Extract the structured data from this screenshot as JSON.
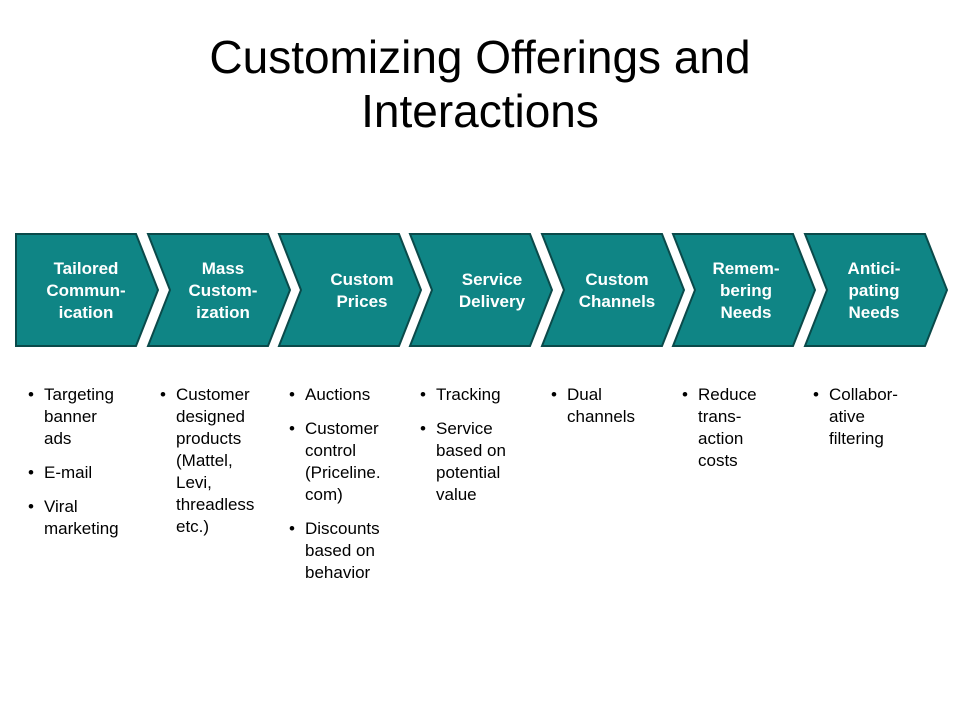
{
  "title": {
    "line1": "Customizing Offerings and",
    "line2": "Interactions"
  },
  "colors": {
    "chevron_fill": "#0F8585",
    "chevron_stroke": "#0A4A4A",
    "chevron_text": "#FFFFFF"
  },
  "steps": [
    {
      "label_lines": [
        "Tailored",
        "Commun-",
        "ication"
      ],
      "bullets": [
        [
          "Targeting",
          "banner",
          "ads"
        ],
        [
          "E-mail"
        ],
        [
          "Viral",
          "marketing"
        ]
      ]
    },
    {
      "label_lines": [
        "Mass",
        "Custom-",
        "ization"
      ],
      "bullets": [
        [
          "Customer",
          "designed",
          "products",
          "(Mattel,",
          "Levi,",
          "threadless",
          "etc.)"
        ]
      ]
    },
    {
      "label_lines": [
        "Custom",
        "Prices"
      ],
      "bullets": [
        [
          "Auctions"
        ],
        [
          "Customer",
          "control",
          "(Priceline.",
          "com)"
        ],
        [
          "Discounts",
          "based on",
          "behavior"
        ]
      ]
    },
    {
      "label_lines": [
        "Service",
        "Delivery"
      ],
      "bullets": [
        [
          "Tracking"
        ],
        [
          "Service",
          "based on",
          "potential",
          "value"
        ]
      ]
    },
    {
      "label_lines": [
        "Custom",
        "Channels"
      ],
      "bullets": [
        [
          "Dual",
          "channels"
        ]
      ]
    },
    {
      "label_lines": [
        "Remem-",
        "bering",
        "Needs"
      ],
      "bullets": [
        [
          "Reduce",
          "trans-",
          "action",
          "costs"
        ]
      ]
    },
    {
      "label_lines": [
        "Antici-",
        "pating",
        "Needs"
      ],
      "bullets": [
        [
          "Collabor-",
          "ative",
          "filtering"
        ]
      ]
    }
  ]
}
